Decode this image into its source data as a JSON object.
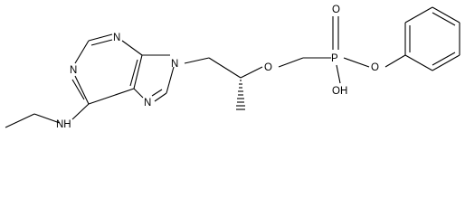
{
  "molecule": {
    "atom_labels": {
      "n1": "N",
      "n3": "N",
      "n7": "N",
      "n9": "N",
      "nh": "NH",
      "o_ether": "O",
      "p": "P",
      "o_double": "O",
      "oh": "OH",
      "o_phenoxy": "O"
    }
  },
  "colors": {
    "bond": "#000000",
    "text": "#000000",
    "background": "#ffffff"
  }
}
